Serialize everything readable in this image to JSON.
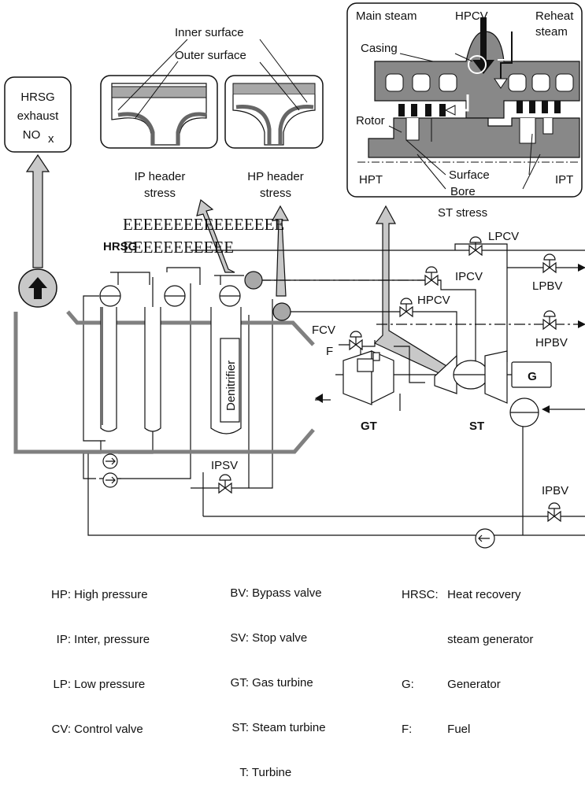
{
  "boxes": {
    "hrsg_exhaust": [
      "HRSG",
      "exhaust",
      "NO",
      "x"
    ],
    "header_surfaces": {
      "inner": "Inner surface",
      "outer": "Outer surface"
    },
    "ip_header": [
      "IP header",
      "stress"
    ],
    "hp_header": [
      "HP header",
      "stress"
    ],
    "st_panel": {
      "main_steam": "Main steam",
      "hpcv": "HPCV",
      "reheat": [
        "Reheat",
        "steam"
      ],
      "casing": "Casing",
      "rotor": "Rotor",
      "hpt": "HPT",
      "ipt": "IPT",
      "surface": "Surface",
      "bore": "Bore",
      "caption": "ST stress"
    }
  },
  "overlay_text": {
    "line1": "EEEEEEEEEEEEEEEE",
    "line2": "EEEEEEEEEEE"
  },
  "plant": {
    "hrsg": "HRSG",
    "denitrifier": "Denitrifier",
    "gt": "GT",
    "st": "ST",
    "generator": "G",
    "fcv": "FCV",
    "fuel": "F",
    "lpcv": "LPCV",
    "ipcv": "IPCV",
    "hpcv": "HPCV",
    "lpbv": "LPBV",
    "hpbv": "HPBV",
    "ipsv": "IPSV",
    "ipbv": "IPBV"
  },
  "legend": {
    "col1": [
      {
        "abbr": "HP:",
        "desc": "High pressure"
      },
      {
        "abbr": "IP:",
        "desc": "Inter, pressure"
      },
      {
        "abbr": "LP:",
        "desc": "Low pressure"
      },
      {
        "abbr": "CV:",
        "desc": "Control valve"
      }
    ],
    "col2": [
      {
        "abbr": "BV:",
        "desc": "Bypass valve"
      },
      {
        "abbr": "SV:",
        "desc": "Stop valve"
      },
      {
        "abbr": "GT:",
        "desc": "Gas turbine"
      },
      {
        "abbr": "ST:",
        "desc": "Steam turbine"
      },
      {
        "abbr": "T:",
        "desc": "Turbine"
      }
    ],
    "col3": [
      {
        "abbr": "HRSC:",
        "desc": "Heat recovery"
      },
      {
        "abbr": "",
        "desc": "steam generator"
      },
      {
        "abbr": "G:",
        "desc": "Generator"
      },
      {
        "abbr": "F:",
        "desc": "Fuel"
      }
    ]
  },
  "colors": {
    "gas_path": "#808080",
    "arrow_fill": "#c8c8c8",
    "casing_fill": "#888888",
    "line": "#111111"
  }
}
